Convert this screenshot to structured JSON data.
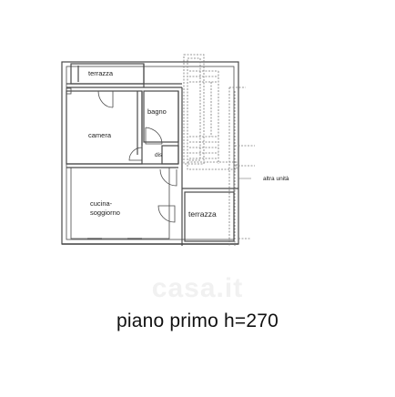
{
  "rooms": {
    "terrace_top": "terrazza",
    "bathroom": "bagno",
    "bedroom": "camera",
    "closet": "dis",
    "kitchen_line1": "cucina-",
    "kitchen_line2": "soggiorno",
    "terrace_bottom": "terrazza",
    "other_unit": "altra unità"
  },
  "caption": "piano primo h=270",
  "watermark": "casa.it",
  "colors": {
    "walls": "#4a4a4a",
    "dashed": "#777777",
    "text": "#222222",
    "watermark": "#f1f1f1"
  }
}
